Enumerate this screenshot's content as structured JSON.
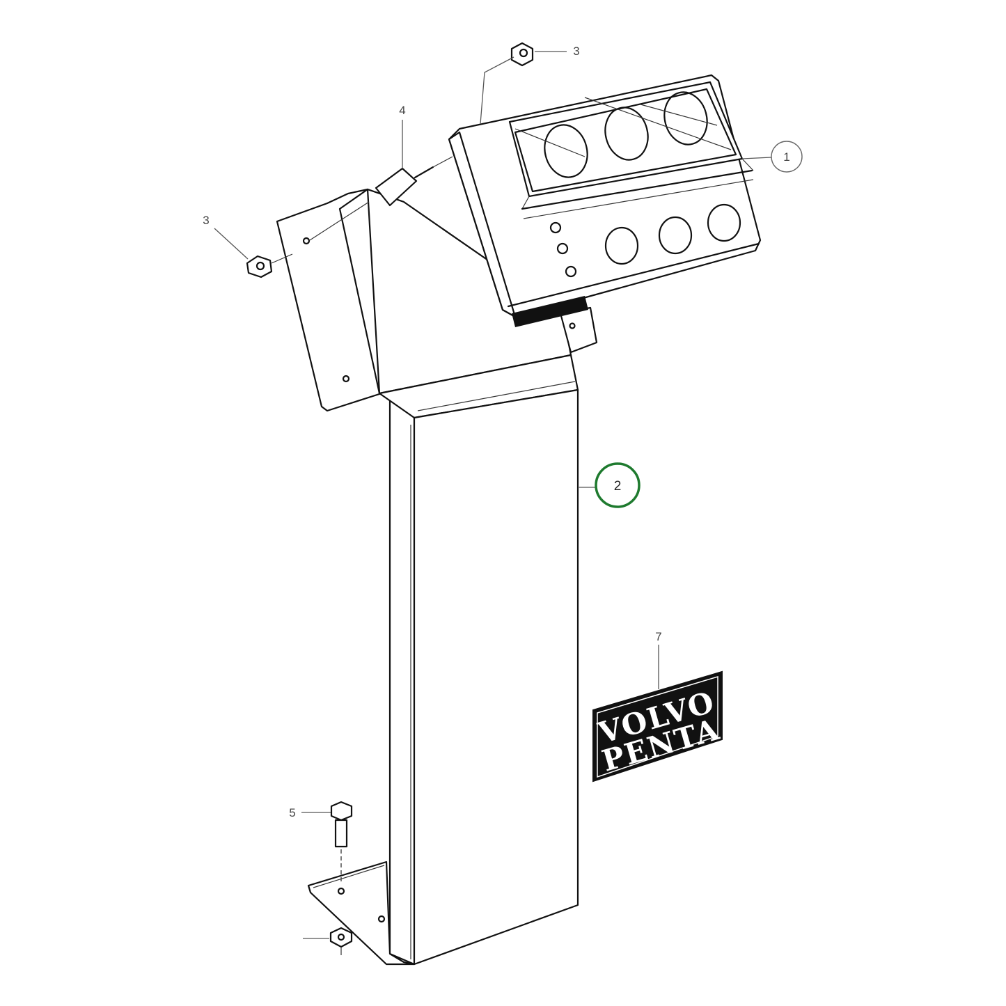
{
  "diagram": {
    "callouts": [
      {
        "id": "1",
        "label": "1",
        "style": "circled"
      },
      {
        "id": "2",
        "label": "2",
        "style": "circled-highlighted"
      },
      {
        "id": "3a",
        "label": "3",
        "style": "plain"
      },
      {
        "id": "3b",
        "label": "3",
        "style": "plain"
      },
      {
        "id": "4",
        "label": "4",
        "style": "plain"
      },
      {
        "id": "5",
        "label": "5",
        "style": "plain"
      },
      {
        "id": "7",
        "label": "7",
        "style": "plain"
      }
    ],
    "logo": {
      "line1": "VOLVO",
      "line2": "PENTA"
    },
    "colors": {
      "highlight": "#1e7a2e",
      "line": "#111111",
      "logo_bg": "#111111"
    }
  }
}
